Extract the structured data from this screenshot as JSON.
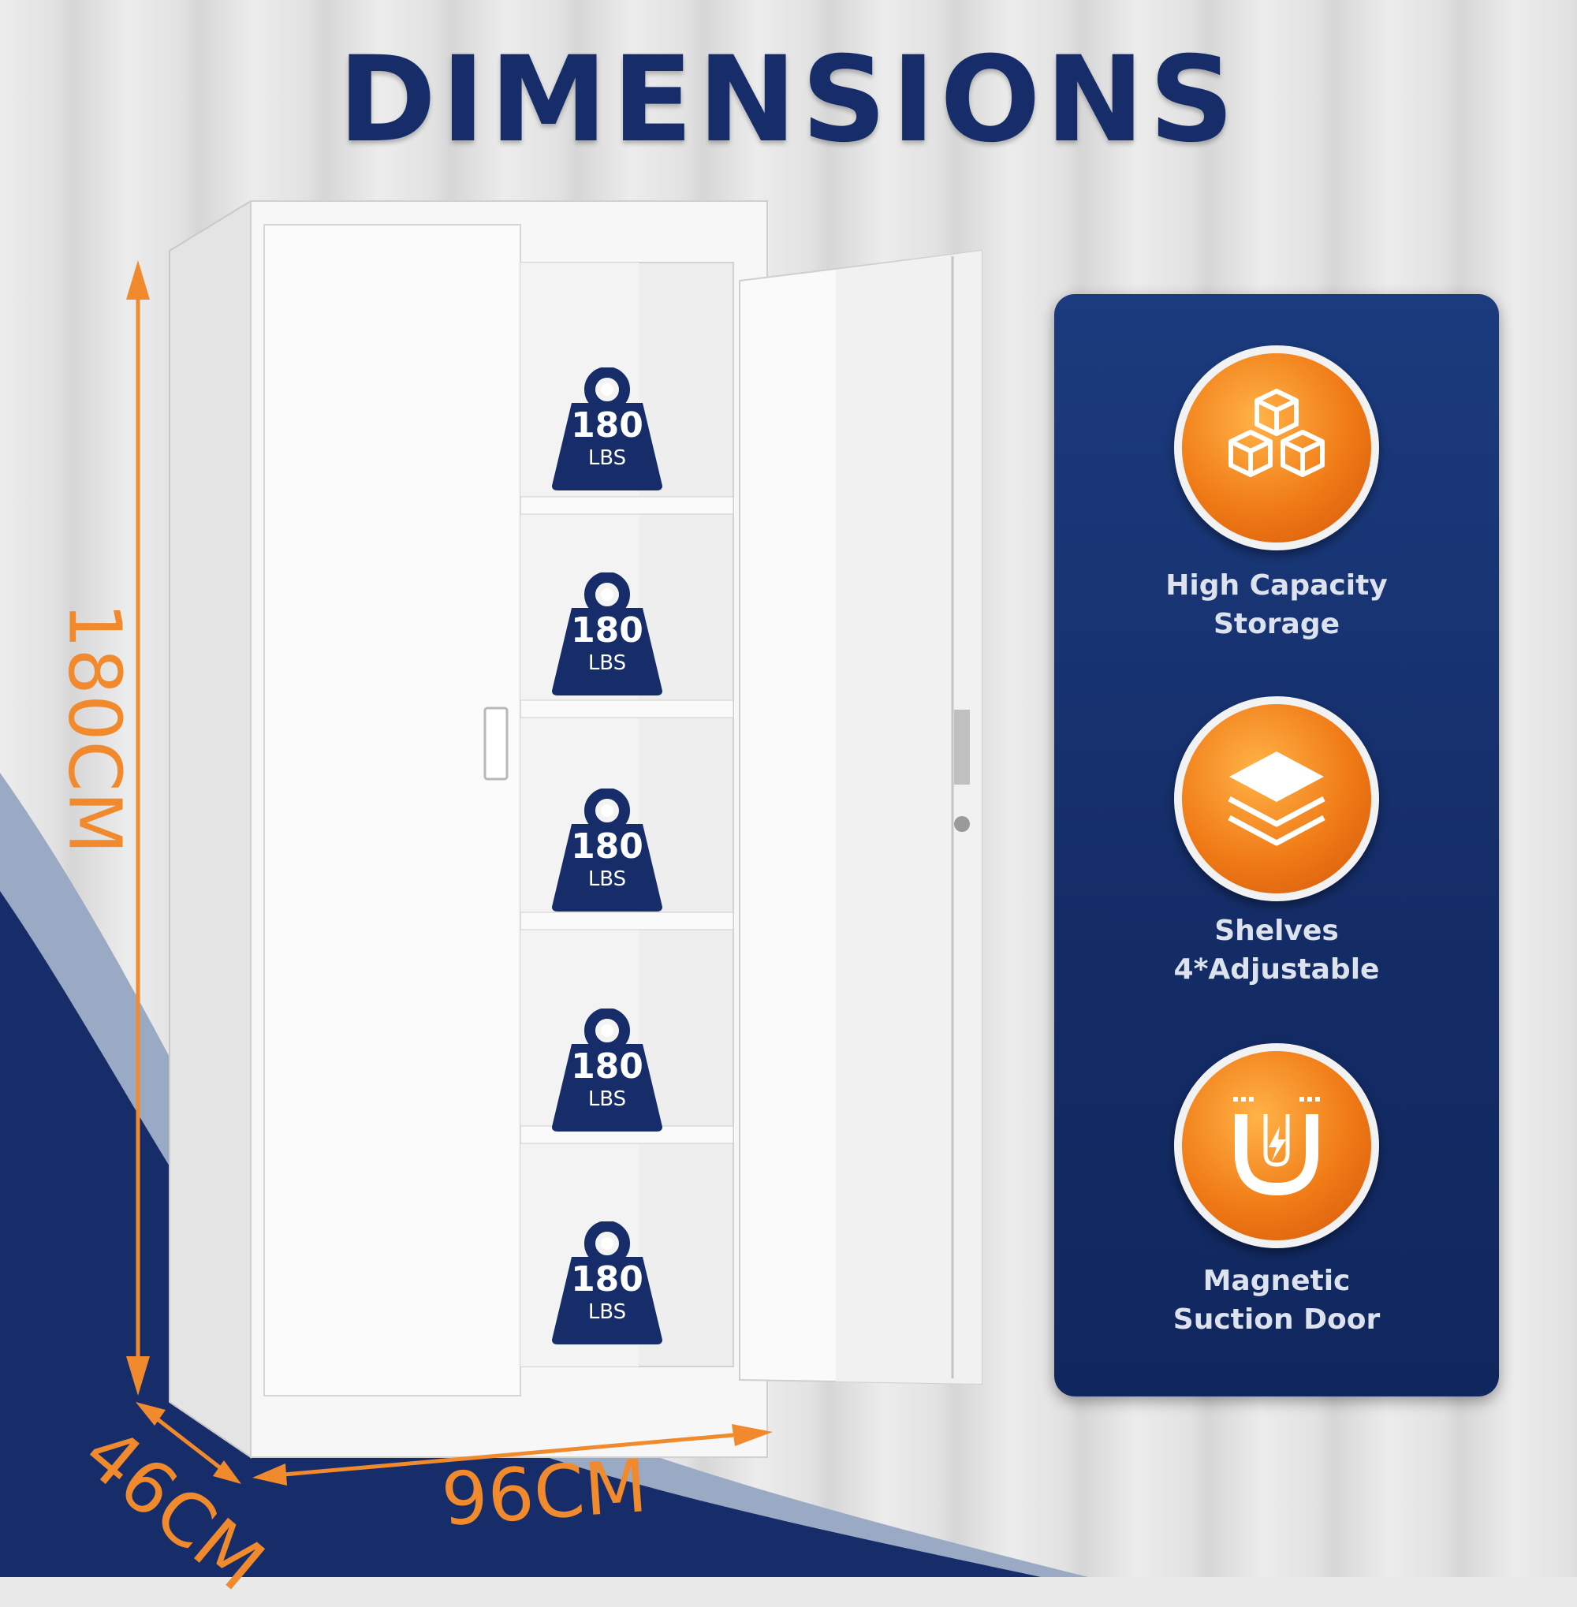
{
  "title": "DIMENSIONS",
  "dimensions": {
    "height": "180CM",
    "depth": "46CM",
    "width": "96CM"
  },
  "shelf_capacity": [
    {
      "value": "180",
      "unit": "LBS"
    },
    {
      "value": "180",
      "unit": "LBS"
    },
    {
      "value": "180",
      "unit": "LBS"
    },
    {
      "value": "180",
      "unit": "LBS"
    },
    {
      "value": "180",
      "unit": "LBS"
    }
  ],
  "features": [
    {
      "line1": "High Capacity",
      "line2": "Storage",
      "icon": "cubes-icon"
    },
    {
      "line1": "Shelves",
      "line2": "4*Adjustable",
      "icon": "layers-icon"
    },
    {
      "line1": "Magnetic",
      "line2": "Suction Door",
      "icon": "magnet-icon"
    }
  ],
  "colors": {
    "navy": "#162d69",
    "orange": "#f08a2c",
    "panel": "#1b3b7e"
  }
}
